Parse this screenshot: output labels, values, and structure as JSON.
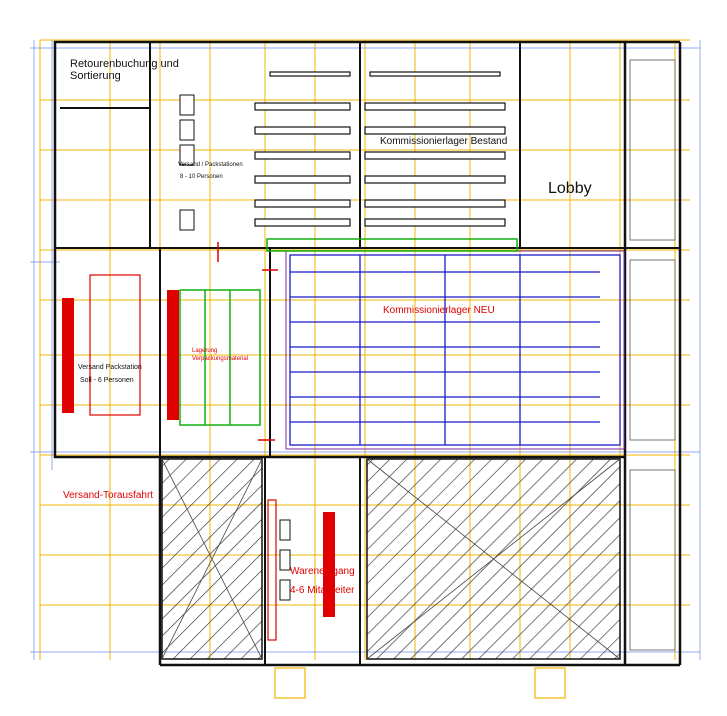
{
  "labels": {
    "retouren_line1": "Retourenbuchung und",
    "retouren_line2": "Sortierung",
    "kommission_bestand": "Kommissionierlager Bestand",
    "lobby": "Lobby",
    "packstation": "Versand / Packstationen",
    "packstation_persons": "8 - 10 Personen",
    "kommission_neu": "Kommissionierlager NEU",
    "versand_packstation": "Versand Packstation",
    "versand_persons": "Soll - 6 Personen",
    "zusatz_line1": "Lagerung",
    "zusatz_line2": "Verpackungsmaterial",
    "torausfahrt": "Versand-Torausfahrt",
    "wareneingang": "Wareneingang",
    "mitarbeiter": "4-6  Mitarbeiter"
  },
  "colors": {
    "wall": "#111111",
    "grid_yellow": "#f2b600",
    "grid_blue": "#3b5fd6",
    "rack_blue": "#1b1bc8",
    "rack_purple": "#7a2aa0",
    "green": "#10b010",
    "red": "#e00000",
    "magenta": "#e000c0",
    "hatch": "#333333"
  }
}
